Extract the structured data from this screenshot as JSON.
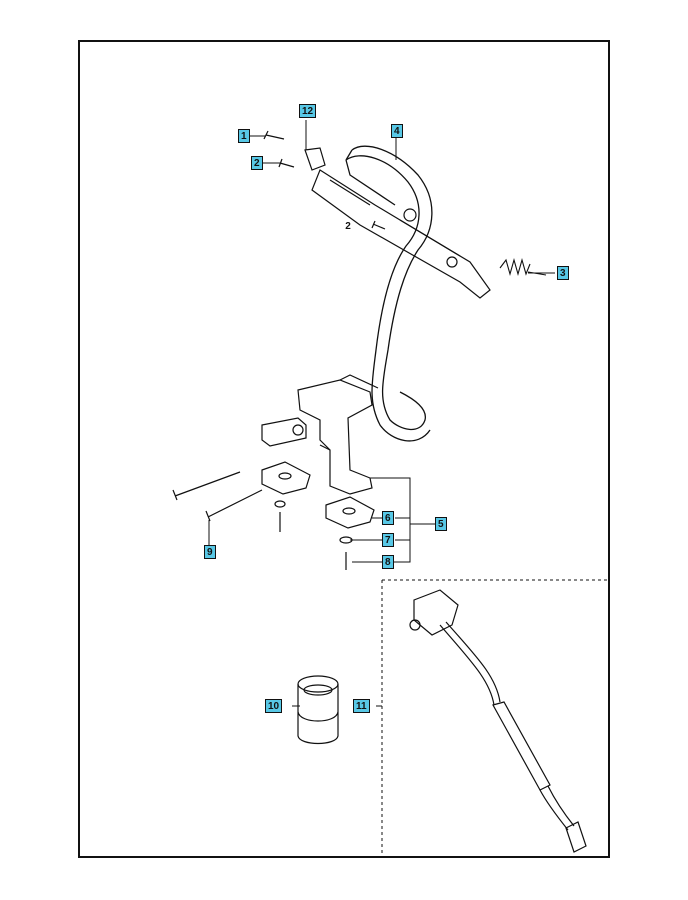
{
  "diagram": {
    "callouts": {
      "c1": "1",
      "c2": "2",
      "c2b": "2",
      "c3": "3",
      "c4": "4",
      "c5": "5",
      "c6": "6",
      "c7": "7",
      "c8": "8",
      "c9": "9",
      "c10": "10",
      "c11": "11",
      "c12": "12"
    },
    "colors": {
      "callout_fill": "#58c8e6",
      "line": "#111111"
    }
  }
}
